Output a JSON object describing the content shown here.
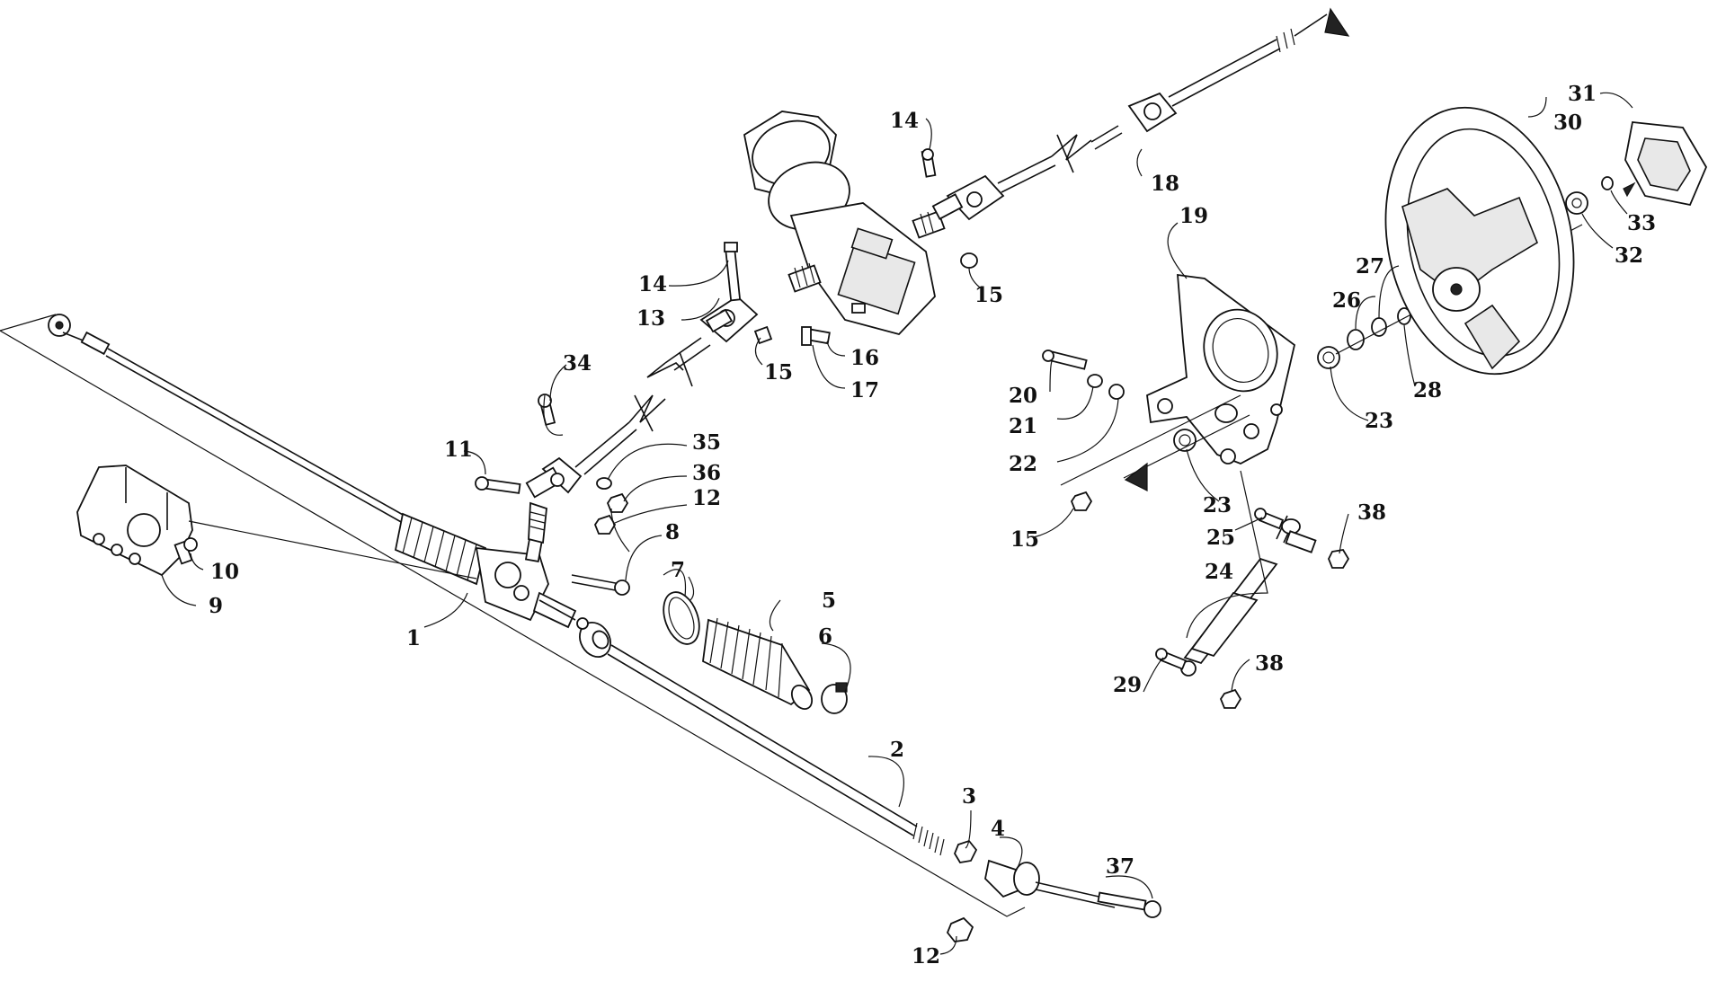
{
  "callouts": [
    {
      "id": "c1",
      "label": "1"
    },
    {
      "id": "c2",
      "label": "2"
    },
    {
      "id": "c3",
      "label": "3"
    },
    {
      "id": "c4",
      "label": "4"
    },
    {
      "id": "c5",
      "label": "5"
    },
    {
      "id": "c6",
      "label": "6"
    },
    {
      "id": "c7",
      "label": "7"
    },
    {
      "id": "c8",
      "label": "8"
    },
    {
      "id": "c9",
      "label": "9"
    },
    {
      "id": "c10",
      "label": "10"
    },
    {
      "id": "c11",
      "label": "11"
    },
    {
      "id": "c12a",
      "label": "12"
    },
    {
      "id": "c12b",
      "label": "12"
    },
    {
      "id": "c13",
      "label": "13"
    },
    {
      "id": "c14a",
      "label": "14"
    },
    {
      "id": "c14b",
      "label": "14"
    },
    {
      "id": "c15a",
      "label": "15"
    },
    {
      "id": "c15b",
      "label": "15"
    },
    {
      "id": "c15c",
      "label": "15"
    },
    {
      "id": "c16",
      "label": "16"
    },
    {
      "id": "c17",
      "label": "17"
    },
    {
      "id": "c18",
      "label": "18"
    },
    {
      "id": "c19",
      "label": "19"
    },
    {
      "id": "c20",
      "label": "20"
    },
    {
      "id": "c21",
      "label": "21"
    },
    {
      "id": "c22",
      "label": "22"
    },
    {
      "id": "c23a",
      "label": "23"
    },
    {
      "id": "c23b",
      "label": "23"
    },
    {
      "id": "c24",
      "label": "24"
    },
    {
      "id": "c25",
      "label": "25"
    },
    {
      "id": "c26",
      "label": "26"
    },
    {
      "id": "c27",
      "label": "27"
    },
    {
      "id": "c28",
      "label": "28"
    },
    {
      "id": "c29",
      "label": "29"
    },
    {
      "id": "c30",
      "label": "30"
    },
    {
      "id": "c31",
      "label": "31"
    },
    {
      "id": "c32",
      "label": "32"
    },
    {
      "id": "c33",
      "label": "33"
    },
    {
      "id": "c34",
      "label": "34"
    },
    {
      "id": "c35",
      "label": "35"
    },
    {
      "id": "c36",
      "label": "36"
    },
    {
      "id": "c37",
      "label": "37"
    },
    {
      "id": "c38a",
      "label": "38"
    },
    {
      "id": "c38b",
      "label": "38"
    }
  ]
}
